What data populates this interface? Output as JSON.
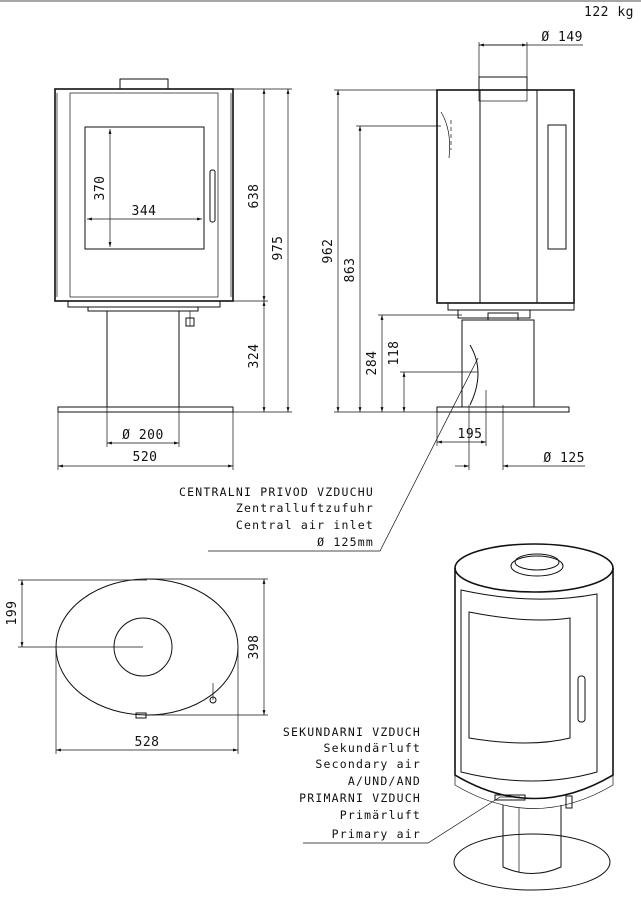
{
  "weight": "122 kg",
  "front_view": {
    "glass_height": "370",
    "glass_width": "344",
    "body_height": "638",
    "total_height": "975",
    "pedestal_height": "324",
    "flue_diameter": "Ø 200",
    "base_width": "520"
  },
  "side_view": {
    "outlet_diameter": "Ø 149",
    "total_height": "962",
    "body_height": "863",
    "air_inlet_height": "284",
    "air_inlet_center": "118",
    "air_inlet_offset": "195",
    "air_inlet_diameter": "Ø 125"
  },
  "central_air_note": {
    "lines": [
      "CENTRALNI PRIVOD VZDUCHU",
      "Zentralluftzufuhr",
      "Central air inlet"
    ],
    "diameter": "Ø 125mm"
  },
  "top_view": {
    "flue_offset": "199",
    "depth": "398",
    "width": "528"
  },
  "air_note": {
    "lines": [
      "SEKUNDARNI VZDUCH",
      "Sekundärluft",
      "Secondary air",
      "A/UND/AND",
      "PRIMARNI VZDUCH",
      "Primärluft",
      "Primary air"
    ]
  }
}
